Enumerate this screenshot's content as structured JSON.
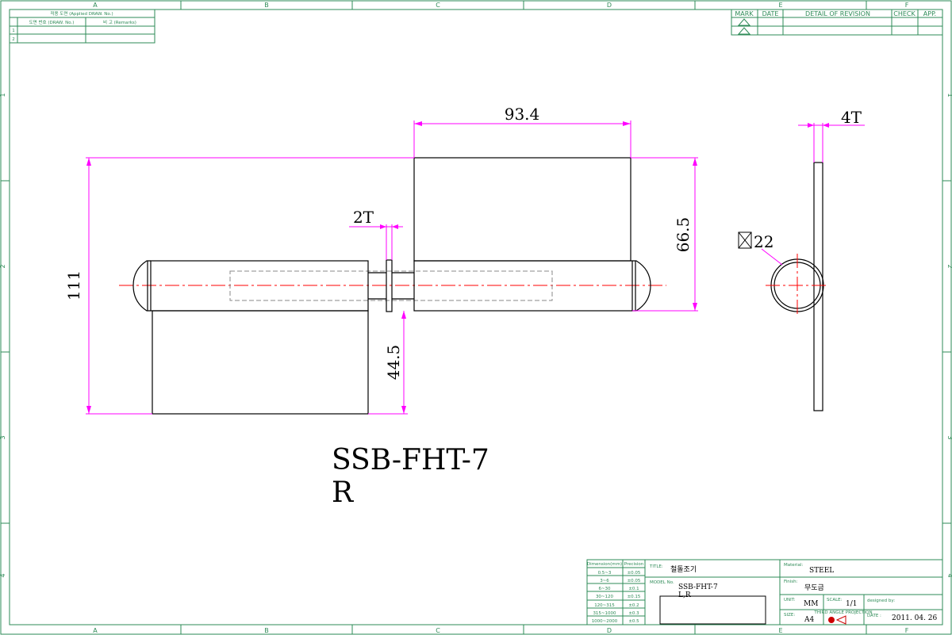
{
  "drawing": {
    "part_number": "SSB-FHT-7",
    "variant": "R"
  },
  "frame": {
    "columns": [
      "A",
      "B",
      "C",
      "D",
      "E",
      "F"
    ],
    "rows": [
      "1",
      "2",
      "3",
      "4"
    ]
  },
  "applied_table": {
    "header": "적용 도면 (Applied DRAW. No.)",
    "col_drawno": "도면 번호 (DRAW. No.)",
    "col_remarks": "비 고 (Remarks)",
    "rows": [
      "1",
      "2"
    ]
  },
  "revision_table": {
    "mark": "MARK",
    "date": "DATE",
    "detail": "DETAIL OF REVISION",
    "check": "CHECK",
    "app": "APP."
  },
  "dimensions": {
    "top_width": "93.4",
    "thickness_pin": "2T",
    "overall_height": "111",
    "upper_leaf": "66.5",
    "lower_leaf": "44.5",
    "leaf_thickness": "4T",
    "diameter": "22"
  },
  "tolerance_table": {
    "header_dim": "Dimension(mm)",
    "header_prec": "Precision",
    "rows": [
      {
        "range": "0.5~3",
        "tol": "±0.05"
      },
      {
        "range": "3~6",
        "tol": "±0.05"
      },
      {
        "range": "6~30",
        "tol": "±0.1"
      },
      {
        "range": "30~120",
        "tol": "±0.15"
      },
      {
        "range": "120~315",
        "tol": "±0.2"
      },
      {
        "range": "315~1000",
        "tol": "±0.3"
      },
      {
        "range": "1000~2000",
        "tol": "±0.5"
      }
    ]
  },
  "title_block": {
    "title_label": "TITLE:",
    "title": "철돌조기",
    "model_label": "MODEL No.",
    "model": "SSB-FHT-7",
    "model_sub": "L,R",
    "material_label": "Material:",
    "material": "STEEL",
    "finish_label": "Finish:",
    "finish": "무도금",
    "unit_label": "UNIT:",
    "unit": "MM",
    "scale_label": "SCALE:",
    "scale": "1/1",
    "designed_label": "designed by:",
    "size_label": "SIZE:",
    "size": "A4",
    "date_label": "DATE :",
    "date": "2011. 04. 26",
    "projection": "THIRD ANGLE PROJECTION"
  }
}
